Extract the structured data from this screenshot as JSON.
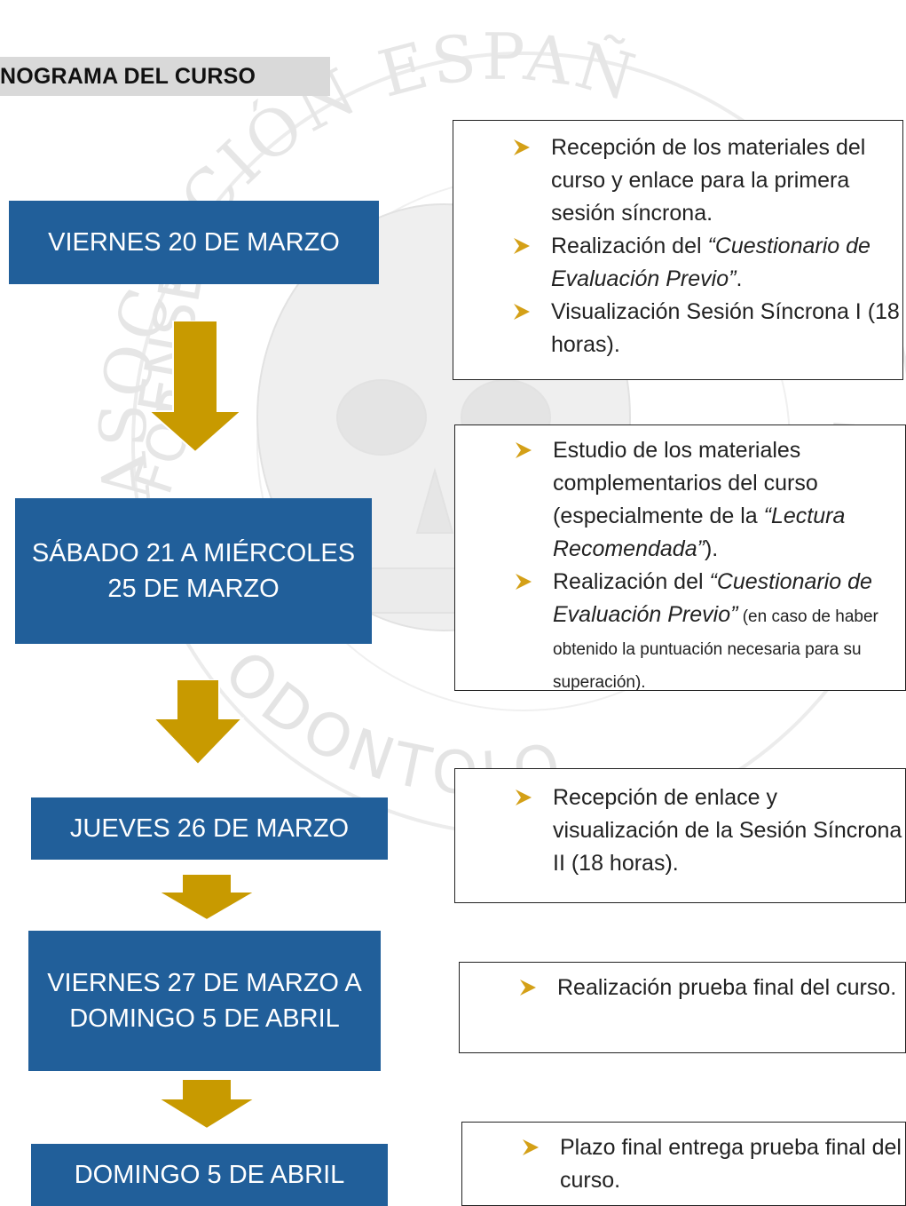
{
  "header": {
    "title": "NOGRAMA DEL CURSO"
  },
  "watermark": {
    "top_text": "ASOCIACIÓN ESPAÑ",
    "left_text": "ENSE",
    "left_text2": "FOR",
    "bottom_text": "ODONTOLO",
    "right_text": "N",
    "icon": "skull-seal-icon"
  },
  "colors": {
    "date_box": "#215f9a",
    "arrow": "#c89a00",
    "bullet": "#d4a017",
    "header_bar": "#d9d9d9"
  },
  "schedule": [
    {
      "date": "VIERNES 20 DE MARZO",
      "items": [
        {
          "parts": [
            {
              "t": "Recepción de los materiales del curso y enlace para la primera sesión síncrona."
            }
          ]
        },
        {
          "parts": [
            {
              "t": "Realización del "
            },
            {
              "t": "“Cuestionario de Evaluación Previo”",
              "i": true
            },
            {
              "t": "."
            }
          ]
        },
        {
          "parts": [
            {
              "t": "Visualización Sesión Síncrona I (18 horas)."
            }
          ]
        }
      ]
    },
    {
      "date": "SÁBADO 21 A MIÉRCOLES 25 DE MARZO",
      "items": [
        {
          "parts": [
            {
              "t": "Estudio de los materiales complementarios del curso (especialmente de la "
            },
            {
              "t": "“Lectura Recomendada”",
              "i": true
            },
            {
              "t": ")."
            }
          ]
        },
        {
          "parts": [
            {
              "t": "Realización del "
            },
            {
              "t": "“Cuestionario de Evaluación Previo”",
              "i": true
            },
            {
              "t": " (en caso de haber obtenido la puntuación necesaria para su superación).",
              "s": true
            }
          ]
        }
      ]
    },
    {
      "date": "JUEVES 26 DE MARZO",
      "items": [
        {
          "parts": [
            {
              "t": "Recepción de enlace y visualización de la Sesión Síncrona II (18 horas)."
            }
          ]
        }
      ]
    },
    {
      "date": "VIERNES 27 DE MARZO A DOMINGO 5 DE ABRIL",
      "items": [
        {
          "parts": [
            {
              "t": "Realización prueba final del curso."
            }
          ]
        }
      ]
    },
    {
      "date": "DOMINGO 5 DE ABRIL",
      "items": [
        {
          "parts": [
            {
              "t": "Plazo final entrega prueba final del curso."
            }
          ]
        }
      ]
    }
  ]
}
